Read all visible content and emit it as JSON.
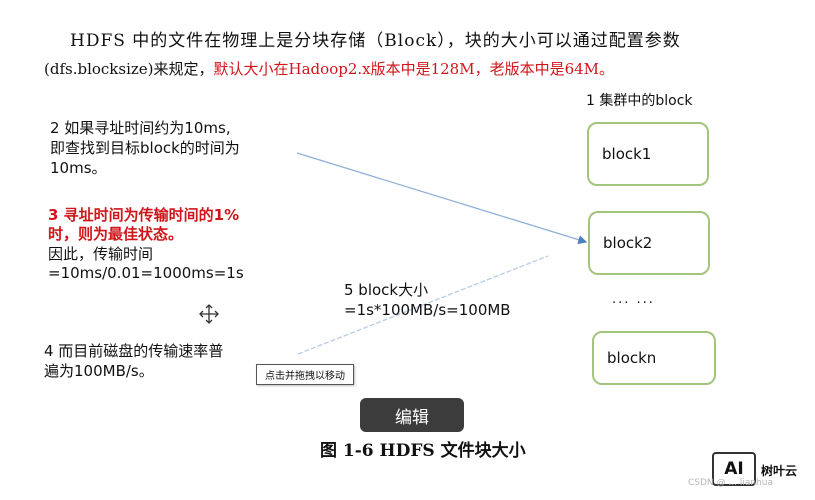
{
  "intro": {
    "line1": "HDFS 中的文件在物理上是分块存储（Block），块的大小可以通过配置参数",
    "line2_black": "(dfs.blocksize)来规定，",
    "line2_red": "默认大小在Hadoop2.x版本中是128M，老版本中是64M。"
  },
  "diagram": {
    "cluster_title": "1 集群中的block",
    "blocks": [
      "block1",
      "block2",
      "blockn"
    ],
    "ellipsis": "... ...",
    "text2": [
      "2 如果寻址时间约为10ms,",
      "即查找到目标block的时间为",
      "10ms。"
    ],
    "text3_red": [
      "3 寻址时间为传输时间的1%",
      "时，则为最佳状态。"
    ],
    "text3_black": [
      "因此，传输时间",
      "=10ms/0.01=1000ms=1s"
    ],
    "text5": [
      "5 block大小",
      "=1s*100MB/s=100MB"
    ],
    "text4": [
      "4 而目前磁盘的传输速率普",
      "遍为100MB/s。"
    ],
    "drag_tooltip": "点击并拖拽以移动"
  },
  "edit_button": "编辑",
  "caption": "图 1-6 HDFS 文件块大小",
  "branding": {
    "logo": "AI",
    "name": "树叶云",
    "watermark": "CSDN @ ... lianhua"
  },
  "icons": [
    "move-icon"
  ],
  "colors": {
    "red": "#d0161b",
    "block_border": "#a3c47d",
    "edit_bg": "#3c3c3c"
  }
}
